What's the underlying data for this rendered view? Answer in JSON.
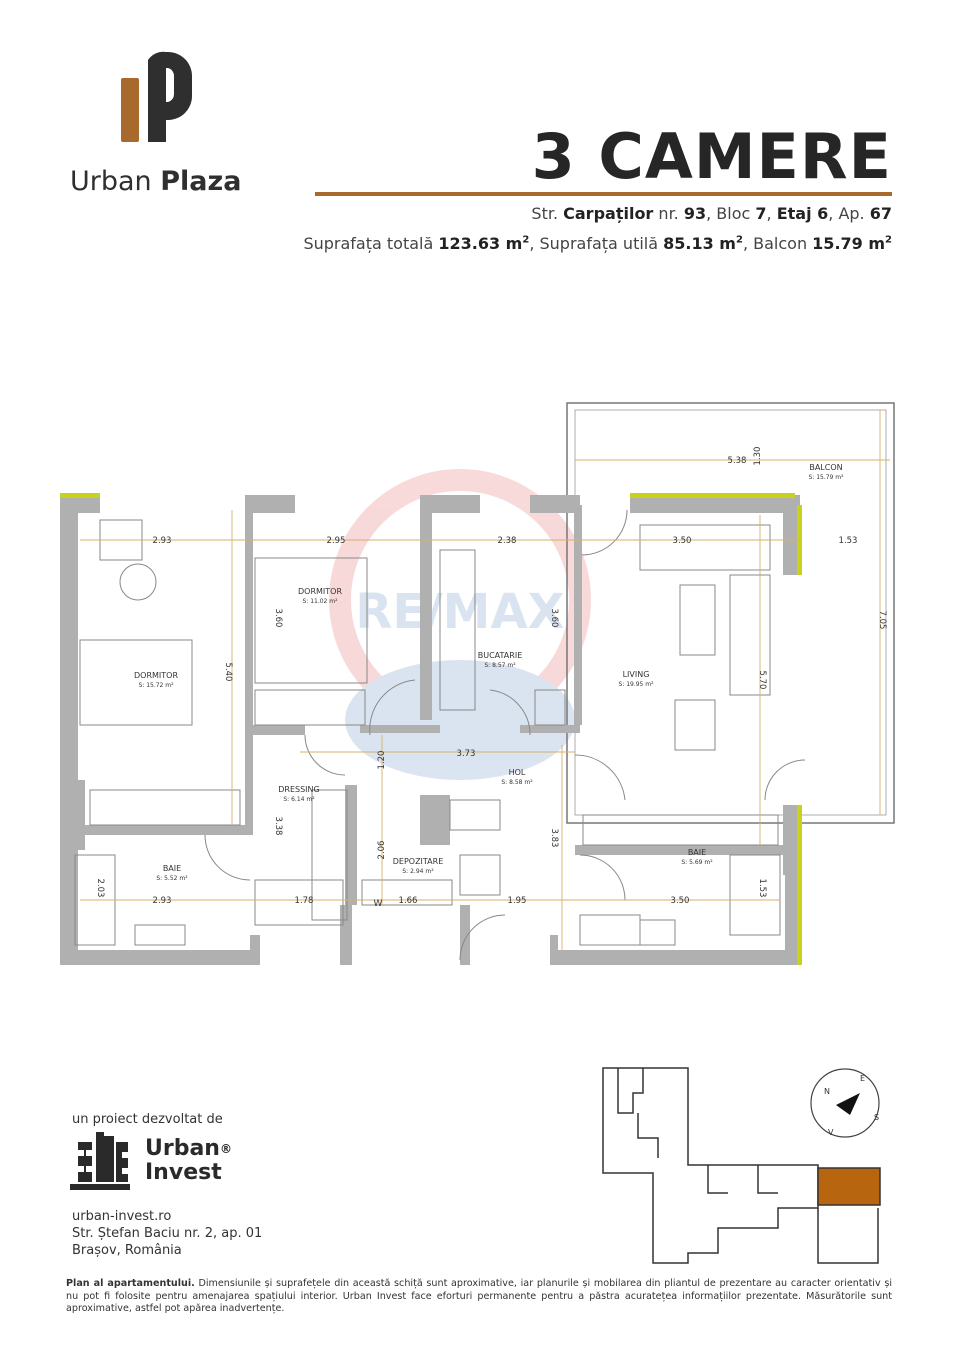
{
  "brand": {
    "word_regular": "Urban",
    "word_bold": "Plaza",
    "logo_icon": "urban-plaza-logo",
    "accent": "#a8692c",
    "dark": "#2f2f2f"
  },
  "header": {
    "title": "3 CAMERE",
    "address": {
      "prefix": "Str.",
      "street": "Carpaților",
      "nr_label": "nr.",
      "nr": "93",
      "bloc_label": "Bloc",
      "bloc": "7",
      "etaj": "Etaj 6",
      "ap_label": "Ap.",
      "ap": "67"
    },
    "areas": {
      "total_label": "Suprafața totală",
      "total": "123.63 m",
      "utila_label": "Suprafața utilă",
      "utila": "85.13 m",
      "balcon_label": "Balcon",
      "balcon": "15.79 m",
      "sup": "2"
    }
  },
  "plan": {
    "wall_color": "#a9a9a9",
    "accent_wall": "#c9d21a",
    "rooms": [
      {
        "name": "BALCON",
        "area": "S: 15.79 m²"
      },
      {
        "name": "DORMITOR",
        "area": "S: 11.02 m²"
      },
      {
        "name": "DORMITOR",
        "area": "S: 15.72 m²"
      },
      {
        "name": "BUCATARIE",
        "area": "S: 8.57 m²"
      },
      {
        "name": "LIVING",
        "area": "S: 19.95 m²"
      },
      {
        "name": "HOL",
        "area": "S: 8.58 m²"
      },
      {
        "name": "DRESSING",
        "area": "S: 6.14 m²"
      },
      {
        "name": "DEPOZITARE",
        "area": "S: 2.94 m²"
      },
      {
        "name": "BAIE",
        "area": "S: 5.52 m²"
      },
      {
        "name": "BAIE",
        "area": "S: 5.69 m²"
      }
    ],
    "dims": [
      "5.38",
      "1.30",
      "2.93",
      "2.95",
      "2.38",
      "3.50",
      "1.53",
      "7.05",
      "3.60",
      "3.60",
      "5.40",
      "5.70",
      "3.73",
      "1.20",
      "3.38",
      "2.06",
      "3.83",
      "2.03",
      "2.93",
      "1.78",
      "1.66",
      "1.95",
      "3.50",
      "1.53"
    ],
    "watermark": "RE/MAX",
    "w_mark": "W"
  },
  "site": {
    "compass": [
      "N",
      "E",
      "S",
      "V"
    ],
    "highlight": "#b8650f"
  },
  "developer": {
    "label": "un proiect dezvoltat de",
    "name_line1": "Urban",
    "name_line2": "Invest",
    "reg": "®",
    "website": "urban-invest.ro",
    "street": "Str. Ștefan Baciu nr. 2, ap. 01",
    "city": "Brașov, România"
  },
  "disclaimer": {
    "bold": "Plan al apartamentului.",
    "text": " Dimensiunile și suprafețele din această schiță sunt aproximative, iar planurile și mobilarea din pliantul de prezentare au caracter orientativ și nu pot fi folosite pentru amenajarea spațiului interior. Urban Invest face eforturi permanente pentru a păstra acuratețea informațiilor prezentate. Măsurătorile sunt aproximative, astfel pot apărea inadvertențe."
  }
}
